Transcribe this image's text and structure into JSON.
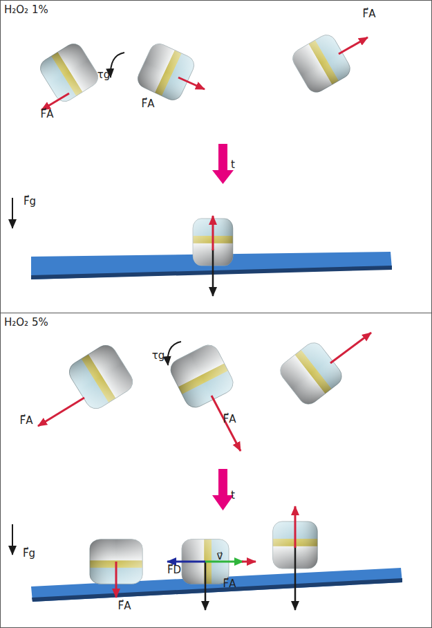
{
  "diagram": {
    "nodes": [
      {
        "text": [
          "H₂O₂ 1%"
        ]
      },
      {
        "text": [
          "H₂O₂ 5%"
        ]
      }
    ],
    "labels": [
      "F⃗A",
      "τg",
      "F⃗A",
      "F⃗A",
      "t",
      "F⃗g",
      "F⃗A",
      "τg",
      "F⃗A",
      "t",
      "F⃗g",
      "F⃗D",
      "v⃗",
      "F⃗A",
      "F⃗A"
    ]
  }
}
